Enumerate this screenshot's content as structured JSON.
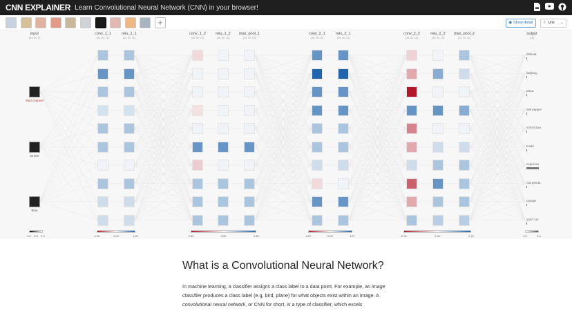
{
  "header": {
    "logo": "CNN EXPLAINER",
    "tagline": "Learn Convolutional Neural Network (CNN) in your browser!",
    "icons": [
      "pdf-icon",
      "youtube-icon",
      "github-icon"
    ]
  },
  "toolbar": {
    "thumbnails": [
      "lifeboat",
      "ladybug",
      "pizza",
      "bell pepper",
      "school bus",
      "koala",
      "espresso",
      "red panda",
      "orange",
      "sport car"
    ],
    "selected_index": 6,
    "add_label": "+",
    "show_detail_label": "Show detail",
    "unit_label": "Unit"
  },
  "viz": {
    "columns": [
      {
        "name": "input",
        "dim": "(64, 64, 3)"
      },
      {
        "name": "conv_1_1",
        "dim": "(62, 62, 10)"
      },
      {
        "name": "relu_1_1",
        "dim": "(62, 62, 10)"
      },
      {
        "name": "conv_1_2",
        "dim": "(60, 60, 10)"
      },
      {
        "name": "relu_1_2",
        "dim": "(60, 60, 10)"
      },
      {
        "name": "max_pool_1",
        "dim": "(30, 30, 10)"
      },
      {
        "name": "conv_2_1",
        "dim": "(28, 28, 10)"
      },
      {
        "name": "relu_2_1",
        "dim": "(28, 28, 10)"
      },
      {
        "name": "conv_2_2",
        "dim": "(26, 26, 10)"
      },
      {
        "name": "relu_2_2",
        "dim": "(26, 26, 10)"
      },
      {
        "name": "max_pool_2",
        "dim": "(13, 13, 10)"
      },
      {
        "name": "output",
        "dim": "(10)"
      }
    ],
    "input_channels": [
      "Red channel",
      "Green",
      "Blue"
    ],
    "classes": [
      "lifeboat",
      "ladybug",
      "pizza",
      "bell pepper",
      "school bus",
      "koala",
      "espresso",
      "red panda",
      "orange",
      "sport car"
    ],
    "output_probs": [
      0.0,
      0.0,
      0.0,
      0.02,
      0.0,
      0.0,
      0.9,
      0.0,
      0.03,
      0.0
    ],
    "legends": [
      {
        "ticks": [
          "0.0",
          "0.5",
          "1.0"
        ]
      },
      {
        "ticks": [
          "-1.90",
          "0.00",
          "1.90"
        ]
      },
      {
        "ticks": [
          "-2.82",
          "0.00",
          "2.82"
        ]
      },
      {
        "ticks": [
          "-4.67",
          "0.00",
          "4.67"
        ]
      },
      {
        "ticks": [
          "-0.76",
          "0.00",
          "0.76"
        ]
      },
      {
        "ticks": [
          "0.0",
          "0.4"
        ]
      }
    ],
    "colors": {
      "positive": "#2166ac",
      "negative": "#b2182b",
      "neutral": "#f7f7f7"
    }
  },
  "article": {
    "title": "What is a Convolutional Neural Network?",
    "paragraph": [
      {
        "t": "In machine learning, a classifier assigns a class label to a data point. For example, an ",
        "i": false
      },
      {
        "t": "image classifier",
        "i": true
      },
      {
        "t": " produces a class label (e.g, bird, plane) for what objects exist within an image. A ",
        "i": false
      },
      {
        "t": "convolutional neural network",
        "i": true
      },
      {
        "t": ", or CNN for short, is a type of classifier, which excels",
        "i": false
      }
    ]
  }
}
